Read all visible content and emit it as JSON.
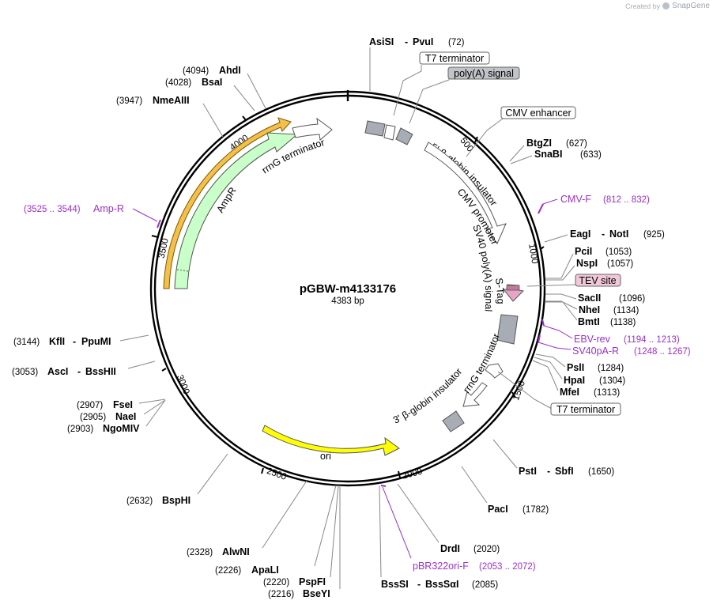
{
  "credit": {
    "prefix": "Created by",
    "brand": "SnapGene"
  },
  "plasmid": {
    "name": "pGBW-m4133176",
    "length_label": "4383 bp",
    "length": 4383
  },
  "ticks": [
    {
      "pos": 500,
      "label": "500"
    },
    {
      "pos": 1000,
      "label": "1000"
    },
    {
      "pos": 1500,
      "label": "1500"
    },
    {
      "pos": 2000,
      "label": "2000"
    },
    {
      "pos": 2500,
      "label": "2500"
    },
    {
      "pos": 3000,
      "label": "3000"
    },
    {
      "pos": 3500,
      "label": "3500"
    },
    {
      "pos": 4000,
      "label": "4000"
    }
  ],
  "features": [
    {
      "name": "5' β-globin insulator",
      "color": "#a8adb5",
      "type": "box"
    },
    {
      "name": "CMV promoter",
      "color": "#ffffff",
      "type": "arrow"
    },
    {
      "name": "SV40 poly(A) signal",
      "color": "#a8adb5",
      "type": "box"
    },
    {
      "name": "S-Tag",
      "color": "#e9a3c4",
      "type": "arrow"
    },
    {
      "name": "rrnG terminator",
      "color": "#ffffff",
      "type": "arrow"
    },
    {
      "name": "3' β-globin insulator",
      "color": "#a8adb5",
      "type": "box"
    },
    {
      "name": "ori",
      "color": "#ffff00",
      "type": "arrow"
    },
    {
      "name": "AmpR",
      "color": "#c9ffc9",
      "type": "arrow"
    },
    {
      "name": "rrnG terminator",
      "color": "#ffffff",
      "type": "arrow"
    }
  ],
  "callouts": [
    {
      "name": "T7 terminator",
      "style": "white"
    },
    {
      "name": "poly(A) signal",
      "style": "grey"
    },
    {
      "name": "CMV enhancer",
      "style": "white"
    },
    {
      "name": "TEV site",
      "style": "pink"
    },
    {
      "name": "T7 terminator",
      "style": "white"
    }
  ],
  "sites": [
    {
      "name": "AsiSI",
      "name2": "PvuI",
      "pos": "(72)"
    },
    {
      "name": "BtgZI",
      "name2": "",
      "pos": "(627)"
    },
    {
      "name": "SnaBI",
      "name2": "",
      "pos": "(633)"
    },
    {
      "name": "EagI",
      "name2": "NotI",
      "pos": "(925)"
    },
    {
      "name": "PciI",
      "name2": "",
      "pos": "(1053)"
    },
    {
      "name": "NspI",
      "name2": "",
      "pos": "(1057)"
    },
    {
      "name": "SacII",
      "name2": "",
      "pos": "(1096)"
    },
    {
      "name": "NheI",
      "name2": "",
      "pos": "(1134)"
    },
    {
      "name": "BmtI",
      "name2": "",
      "pos": "(1138)"
    },
    {
      "name": "PslI",
      "name2": "",
      "pos": "(1284)"
    },
    {
      "name": "HpaI",
      "name2": "",
      "pos": "(1304)"
    },
    {
      "name": "MfeI",
      "name2": "",
      "pos": "(1313)"
    },
    {
      "name": "PstI",
      "name2": "SbfI",
      "pos": "(1650)"
    },
    {
      "name": "PacI",
      "name2": "",
      "pos": "(1782)"
    },
    {
      "name": "DrdI",
      "name2": "",
      "pos": "(2020)"
    },
    {
      "name": "BssSI",
      "name2": "BssSαI",
      "pos": "(2085)"
    },
    {
      "name": "BseYI",
      "name2": "",
      "pos": "(2216)"
    },
    {
      "name": "PspFI",
      "name2": "",
      "pos": "(2220)"
    },
    {
      "name": "ApaLI",
      "name2": "",
      "pos": "(2226)"
    },
    {
      "name": "AlwNI",
      "name2": "",
      "pos": "(2328)"
    },
    {
      "name": "BspHI",
      "name2": "",
      "pos": "(2632)"
    },
    {
      "name": "NgoMIV",
      "name2": "",
      "pos": "(2903)"
    },
    {
      "name": "NaeI",
      "name2": "",
      "pos": "(2905)"
    },
    {
      "name": "FseI",
      "name2": "",
      "pos": "(2907)"
    },
    {
      "name": "AscI",
      "name2": "BssHII",
      "pos": "(3053)"
    },
    {
      "name": "KflI",
      "name2": "PpuMI",
      "pos": "(3144)"
    },
    {
      "name": "NmeAIII",
      "name2": "",
      "pos": "(3947)"
    },
    {
      "name": "BsaI",
      "name2": "",
      "pos": "(4028)"
    },
    {
      "name": "AhdI",
      "name2": "",
      "pos": "(4094)"
    }
  ],
  "primers": [
    {
      "name": "CMV-F",
      "range": "(812 .. 832)"
    },
    {
      "name": "EBV-rev",
      "range": "(1194 .. 1213)"
    },
    {
      "name": "SV40pA-R",
      "range": "(1248 .. 1267)"
    },
    {
      "name": "pBR322ori-F",
      "range": "(2053 .. 2072)"
    },
    {
      "name": "Amp-R",
      "range": "(3525 .. 3544)"
    }
  ],
  "colors": {
    "primer": "#9b30c9",
    "backbone": "#000000",
    "leader": "#888888"
  }
}
